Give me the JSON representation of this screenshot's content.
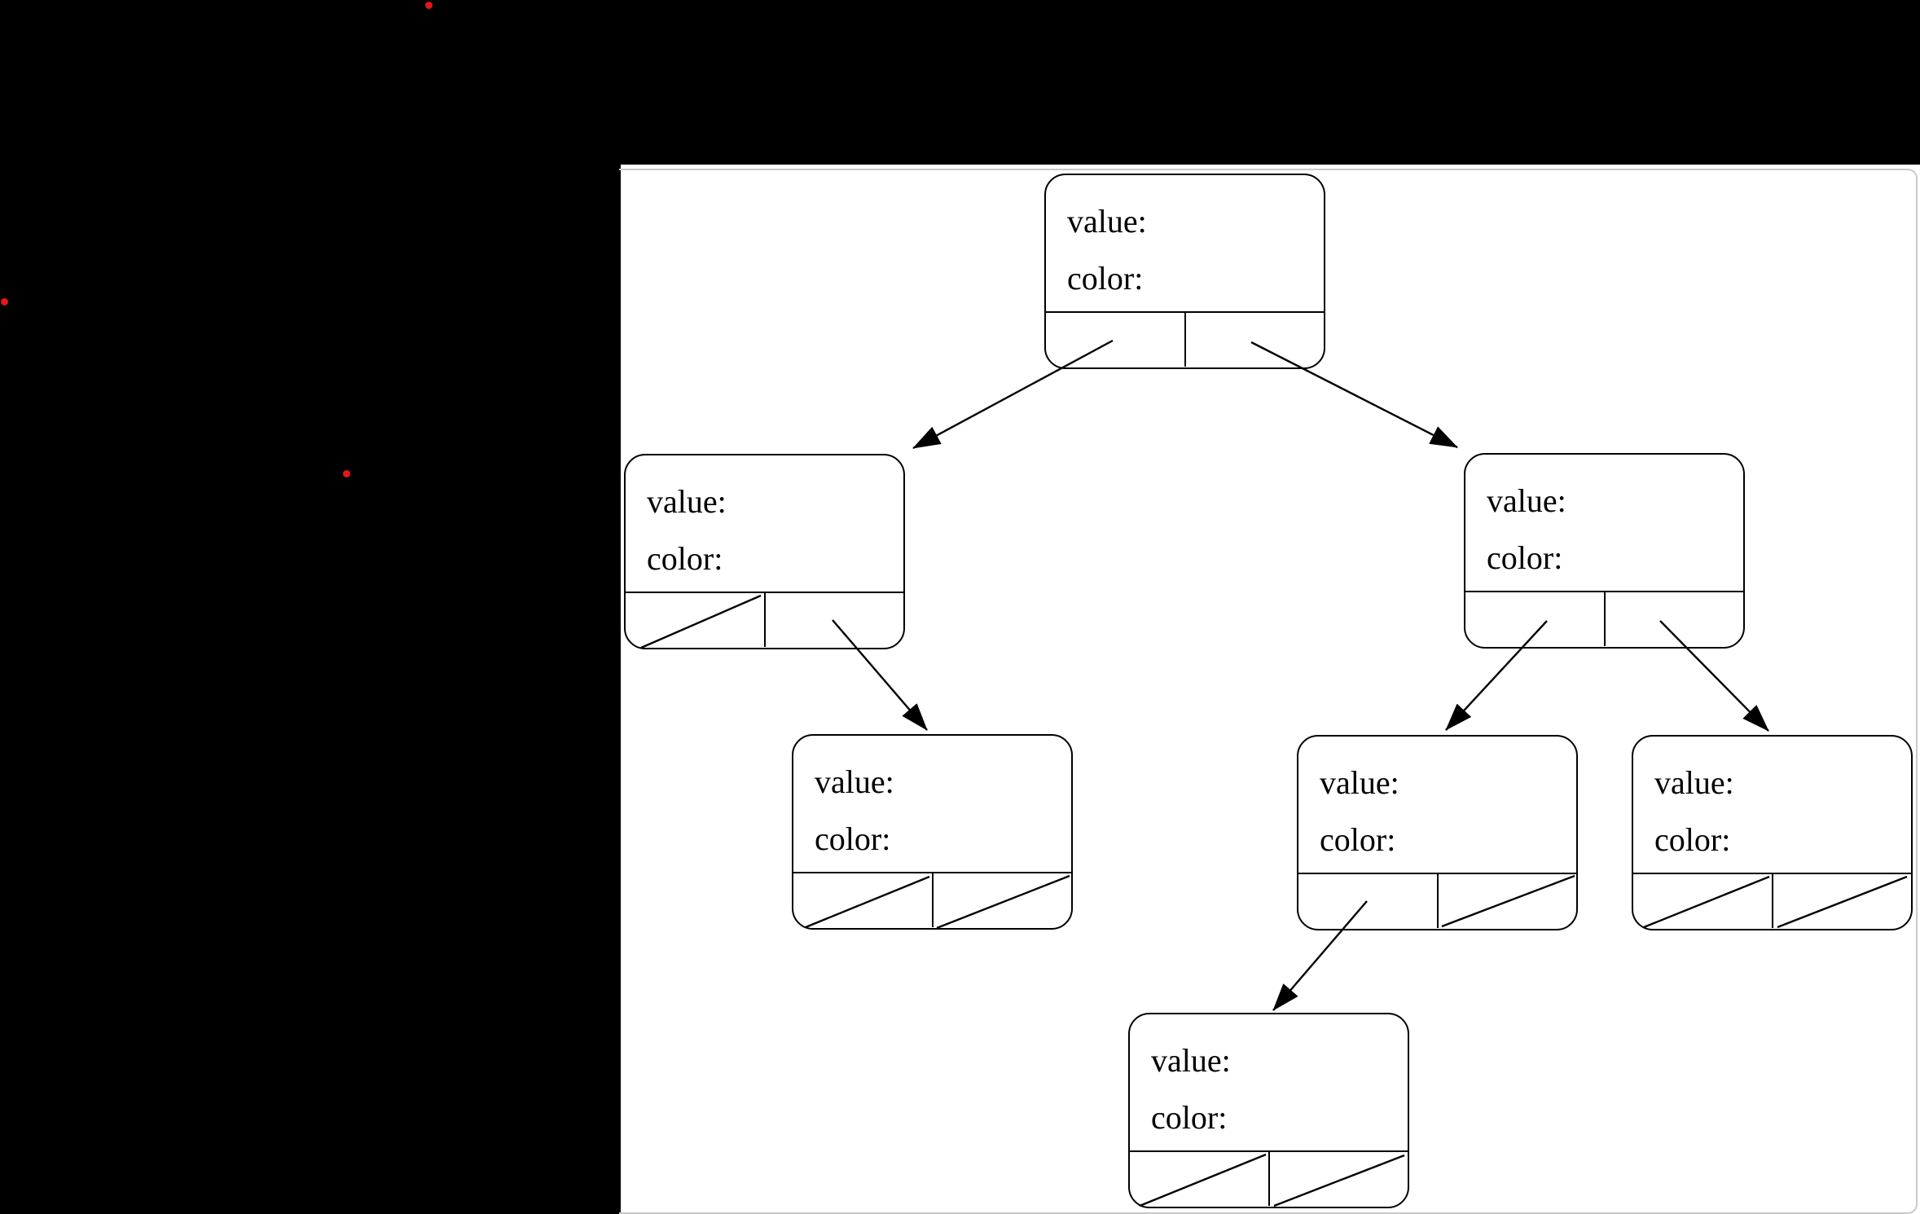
{
  "page": {
    "background_color": "#000000",
    "canvas_color": "#ffffff",
    "frame_border_color": "#c9c9c9",
    "line_color": "#000000"
  },
  "markers": {
    "dot_color": "#e21717",
    "dots": [
      {
        "name": "red-dot-top"
      },
      {
        "name": "red-dot-left"
      },
      {
        "name": "red-dot-middle"
      }
    ]
  },
  "diagram": {
    "type": "binary-tree",
    "field_labels": [
      "value:",
      "color:"
    ],
    "nodes": [
      {
        "id": "root",
        "value_label": "value:",
        "color_label": "color:",
        "left_pointer": "node-left",
        "right_pointer": "node-right",
        "left_null": false,
        "right_null": false
      },
      {
        "id": "node-left",
        "value_label": "value:",
        "color_label": "color:",
        "left_pointer": null,
        "right_pointer": "node-left-right",
        "left_null": true,
        "right_null": false
      },
      {
        "id": "node-right",
        "value_label": "value:",
        "color_label": "color:",
        "left_pointer": "node-right-left",
        "right_pointer": "node-right-right",
        "left_null": false,
        "right_null": false
      },
      {
        "id": "node-left-right",
        "value_label": "value:",
        "color_label": "color:",
        "left_pointer": null,
        "right_pointer": null,
        "left_null": true,
        "right_null": true
      },
      {
        "id": "node-right-left",
        "value_label": "value:",
        "color_label": "color:",
        "left_pointer": "node-bottom",
        "right_pointer": null,
        "left_null": false,
        "right_null": true
      },
      {
        "id": "node-right-right",
        "value_label": "value:",
        "color_label": "color:",
        "left_pointer": null,
        "right_pointer": null,
        "left_null": true,
        "right_null": true
      },
      {
        "id": "node-bottom",
        "value_label": "value:",
        "color_label": "color:",
        "left_pointer": null,
        "right_pointer": null,
        "left_null": true,
        "right_null": true
      }
    ]
  }
}
